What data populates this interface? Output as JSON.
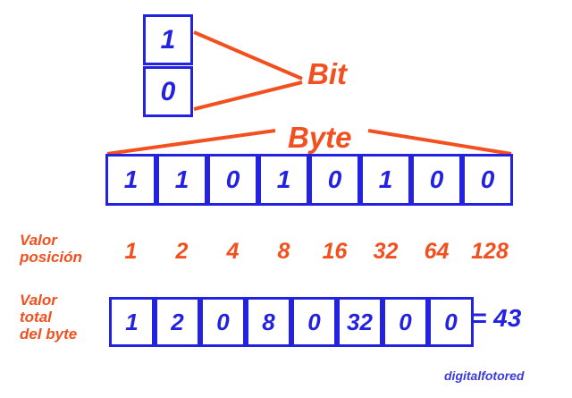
{
  "diagram": {
    "title_bit": "Bit",
    "title_byte": "Byte",
    "row_label_position": "Valor\nposición",
    "row_label_total": "Valor\ntotal\ndel byte",
    "sum_text": "= 43",
    "watermark": "digitalfotored",
    "colors": {
      "blue": "#2222e0",
      "orange": "#f2501e",
      "background": "#ffffff",
      "watermark_blue": "#3b3bdb"
    }
  },
  "bit_examples": [
    {
      "value": "1"
    },
    {
      "value": "0"
    }
  ],
  "byte_bits": [
    {
      "value": "1"
    },
    {
      "value": "1"
    },
    {
      "value": "0"
    },
    {
      "value": "1"
    },
    {
      "value": "0"
    },
    {
      "value": "1"
    },
    {
      "value": "0"
    },
    {
      "value": "0"
    }
  ],
  "position_values": [
    {
      "value": "1"
    },
    {
      "value": "2"
    },
    {
      "value": "4"
    },
    {
      "value": "8"
    },
    {
      "value": "16"
    },
    {
      "value": "32"
    },
    {
      "value": "64"
    },
    {
      "value": "128"
    }
  ],
  "total_values": [
    {
      "value": "1"
    },
    {
      "value": "2"
    },
    {
      "value": "0"
    },
    {
      "value": "8"
    },
    {
      "value": "0"
    },
    {
      "value": "32"
    },
    {
      "value": "0"
    },
    {
      "value": "0"
    }
  ],
  "chart_data": {
    "type": "table",
    "title": "Bit y Byte",
    "categories": [
      "1",
      "2",
      "4",
      "8",
      "16",
      "32",
      "64",
      "128"
    ],
    "series": [
      {
        "name": "byte_bits",
        "values": [
          1,
          1,
          0,
          1,
          0,
          1,
          0,
          0
        ]
      },
      {
        "name": "valor_posicion",
        "values": [
          1,
          2,
          4,
          8,
          16,
          32,
          64,
          128
        ]
      },
      {
        "name": "valor_total_del_byte",
        "values": [
          1,
          2,
          0,
          8,
          0,
          32,
          0,
          0
        ]
      }
    ],
    "total": 43
  }
}
